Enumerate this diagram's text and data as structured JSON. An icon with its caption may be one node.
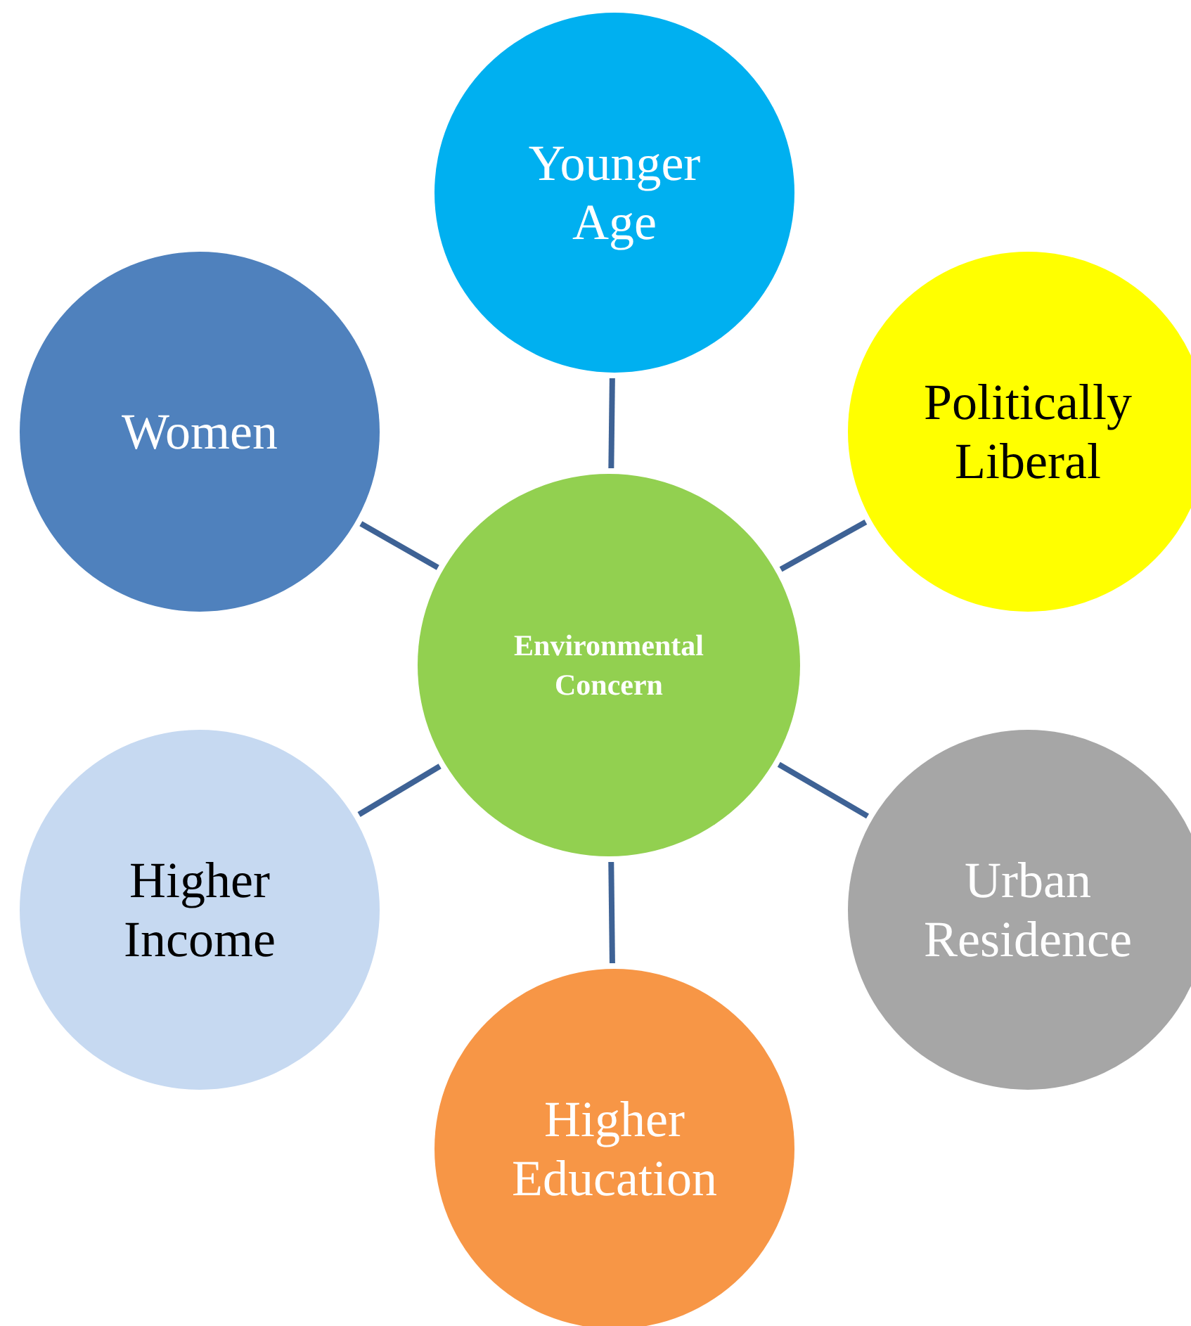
{
  "diagram": {
    "nodes": [
      {
        "text": [
          "Younger Age"
        ]
      },
      {
        "text": [
          "Women"
        ]
      },
      {
        "text": [
          "Politically Liberal"
        ]
      },
      {
        "text": [
          "Environmental Concern"
        ]
      },
      {
        "text": [
          "Higher Income"
        ]
      },
      {
        "text": [
          "Urban Residence"
        ]
      },
      {
        "text": [
          "Higher Education"
        ]
      }
    ],
    "edges": [
      {
        "from": 3,
        "to": 0,
        "arrow": "none"
      },
      {
        "from": 3,
        "to": 1,
        "arrow": "none"
      },
      {
        "from": 3,
        "to": 2,
        "arrow": "none"
      },
      {
        "from": 3,
        "to": 4,
        "arrow": "none"
      },
      {
        "from": 3,
        "to": 5,
        "arrow": "none"
      },
      {
        "from": 3,
        "to": 6,
        "arrow": "none"
      }
    ]
  }
}
